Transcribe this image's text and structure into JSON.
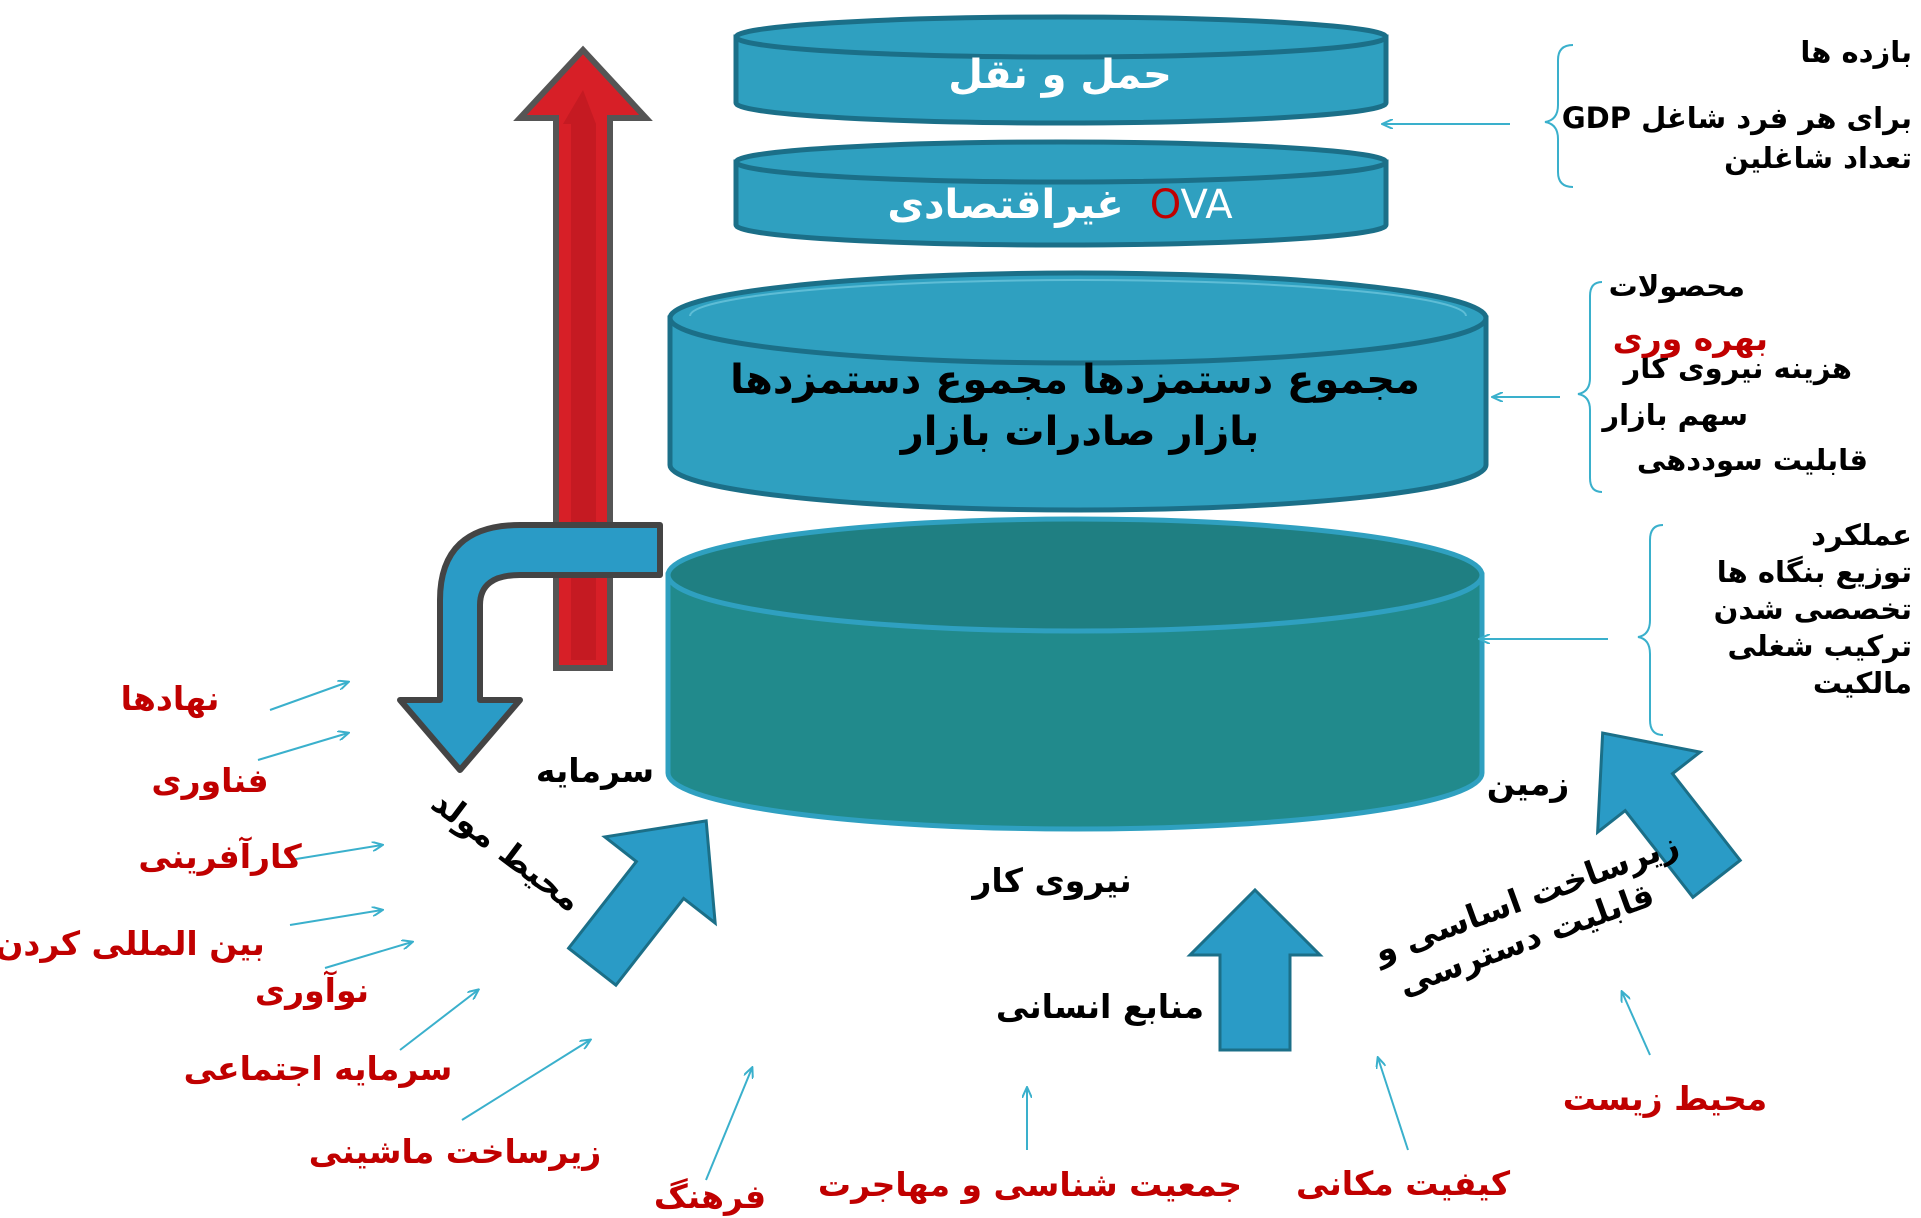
{
  "disks": {
    "transport": "حمل و نقل",
    "nonecon_prefix": "OVA",
    "nonecon_text": "غیراقتصادی",
    "middle_line1": "مجموع دستمزدها   مجموع دستمزدها",
    "middle_line2": "بازار صادرات  بازار"
  },
  "right_notes": {
    "top": {
      "title": "بازده ها",
      "line2": "GDP برای هر فرد شاغل",
      "line3": "تعداد شاغلین"
    },
    "middle": {
      "title": "محصولات",
      "overlay": "بهره وری",
      "line2": "هزینه نیروی کار",
      "line3": "سهم بازار",
      "line4": "قابلیت سوددهی"
    },
    "bottom": {
      "line1": "عملکرد",
      "line2": "توزیع بنگاه ها",
      "line3": "تخصصی شدن",
      "line4": "ترکیب شغلی",
      "line5": "مالکیت"
    }
  },
  "base_labels": {
    "capital": "سرمایه",
    "land": "زمین",
    "labor": "نیروی کار",
    "productive_env": "محیط مولد",
    "human_resources": "منابع انسانی",
    "infrastructure_line1": "زیرساخت اساسی و",
    "infrastructure_line2": "قابلیت دسترسی"
  },
  "left_factors": [
    "نهادها",
    "فناوری",
    "کارآفرینی",
    "بین المللی کردن",
    "نوآوری",
    "سرمایه اجتماعی",
    "زیرساخت ماشینی"
  ],
  "bottom_factors": [
    "فرهنگ",
    "جمعیت شناسی و مهاجرت",
    "کیفیت مکانی",
    "محیط زیست"
  ],
  "colors": {
    "disk_fill": "#2fa0c0",
    "disk_stroke": "#1b6f88",
    "base_fill": "#218a8c",
    "base_top": "#1f7f82",
    "red_arrow": "#d71f27",
    "red_arrow_dark": "#8e0f14",
    "blue_arrow": "#2a9bc6",
    "thin_arrow": "#3ab0cc",
    "red_text": "#c00000",
    "ova_o": "#c00000"
  }
}
